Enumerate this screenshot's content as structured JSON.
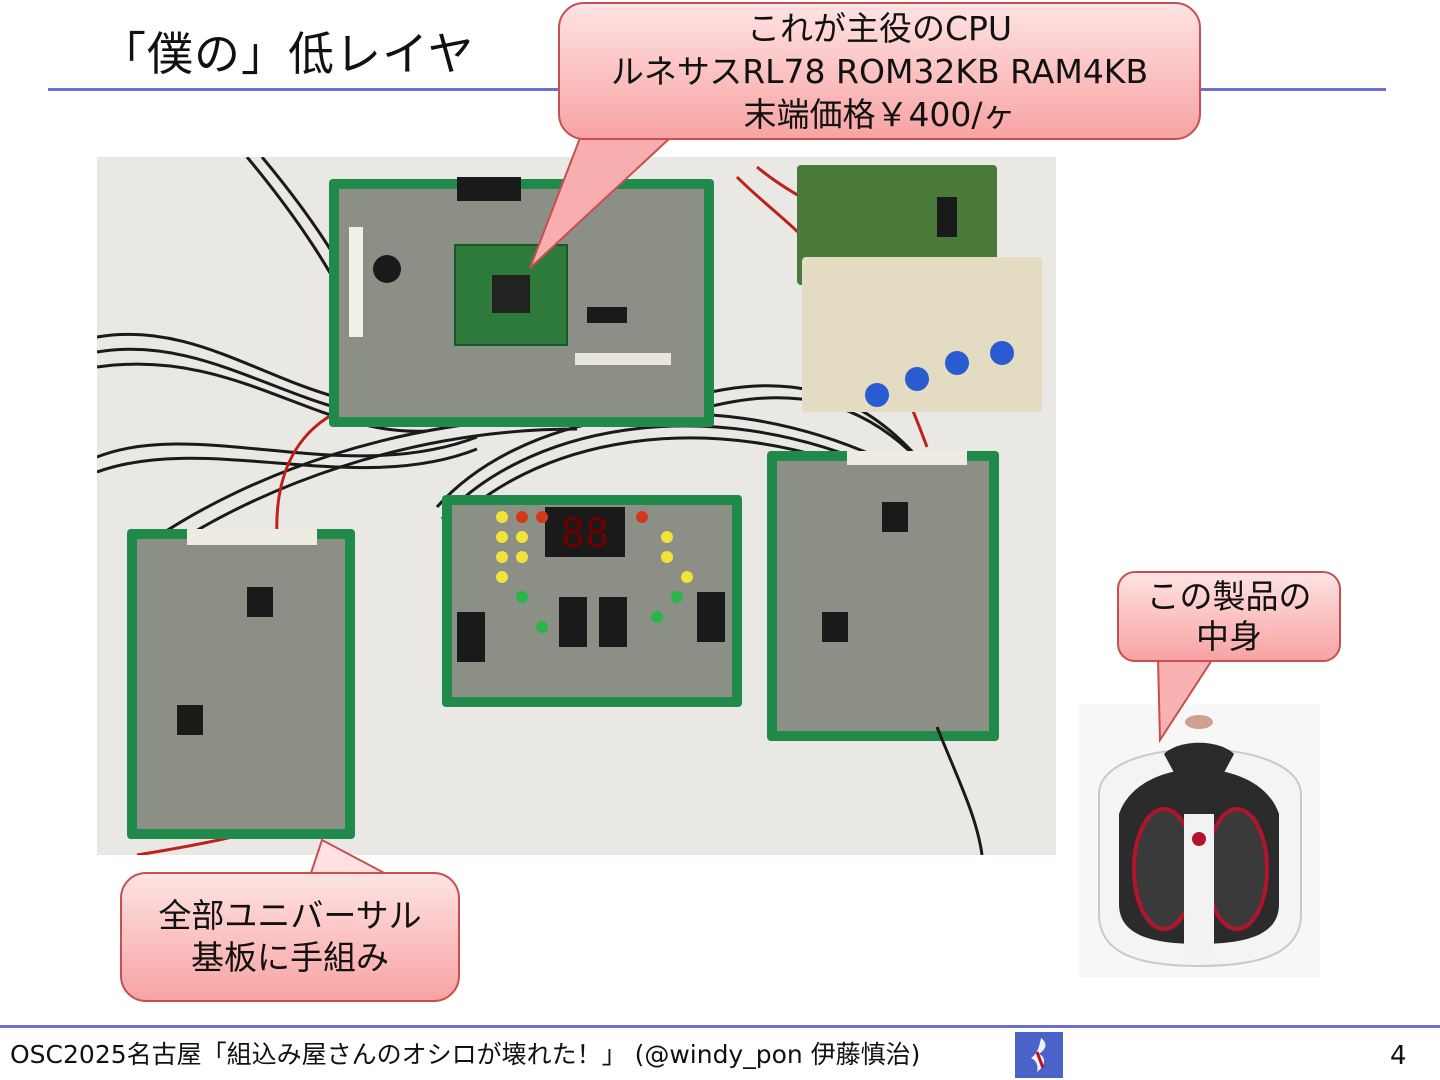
{
  "slide": {
    "title": "「僕の」低レイヤ",
    "page_number": "4"
  },
  "callouts": {
    "cpu": {
      "line1": "これが主役のCPU",
      "line2": "ルネサスRL78 ROM32KB RAM4KB",
      "line3": "末端価格￥400/ヶ"
    },
    "board": {
      "line1": "全部ユニバーサル",
      "line2": "基板に手組み"
    },
    "product": {
      "line1": "この製品の",
      "line2": "中身"
    }
  },
  "footer": {
    "text": "OSC2025名古屋「組込み屋さんのオシロが壊れた！」 (@windy_pon 伊藤慎治)"
  },
  "colors": {
    "accent_rule": "#6b6fd1",
    "callout_fill": "#f7a3a3",
    "callout_border": "#c65050",
    "pcb_green": "#1f8a4a"
  }
}
